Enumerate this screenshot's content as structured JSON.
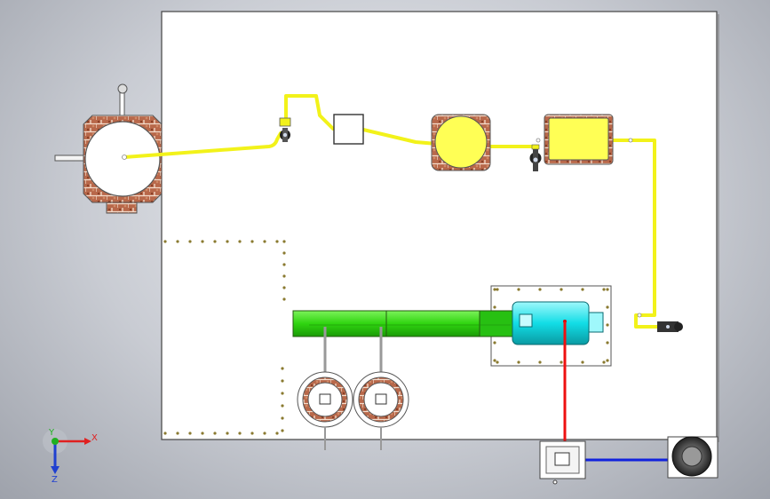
{
  "axis_triad": {
    "x_label": "X",
    "y_label": "Y",
    "z_label": "Z",
    "x_color": "#e02020",
    "y_color": "#20b020",
    "z_color": "#2040d0"
  },
  "colors": {
    "plate": "#ffffff",
    "pipe": "#ffff33",
    "pipe_edge": "#b8b800",
    "brick": "#a85a3a",
    "yellow_fill": "#ffff55",
    "green_tank": "#33dd11",
    "cyan_motor": "#11e0e8",
    "red_line": "#ee1111",
    "blue_line": "#1122dd"
  },
  "icons": {
    "valve": "valve-icon",
    "pump": "pump-icon",
    "pressure_gauge": "pressure-gauge-icon",
    "wheel": "wheel-icon"
  }
}
